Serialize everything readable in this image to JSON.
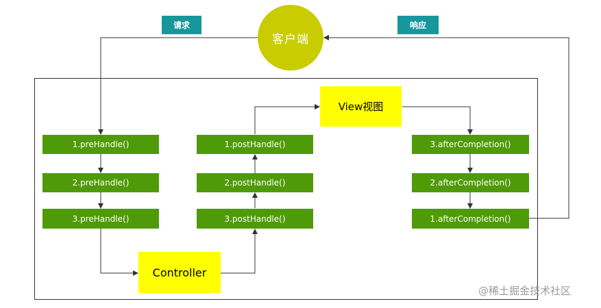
{
  "client": {
    "label": "客户端"
  },
  "request_tag": "请求",
  "response_tag": "响应",
  "view": {
    "label": "View视图"
  },
  "controller": {
    "label": "Controller"
  },
  "prehandle": [
    "1.preHandle()",
    "2.preHandle()",
    "3.preHandle()"
  ],
  "posthandle": [
    "1.postHandle()",
    "2.postHandle()",
    "3.postHandle()"
  ],
  "aftercompletion": [
    "3.afterCompletion()",
    "2.afterCompletion()",
    "1.afterCompletion()"
  ],
  "watermark": "@稀土掘金技术社区",
  "colors": {
    "green": "#4f9a08",
    "yellow": "#ffff00",
    "teal": "#17969c",
    "client": "#c8cc00"
  }
}
